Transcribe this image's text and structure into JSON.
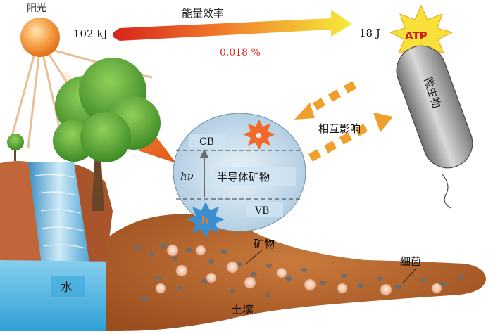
{
  "labels": {
    "sunlight": "阳光",
    "energy_in": "102 kJ",
    "efficiency_title": "能量效率",
    "efficiency_value": "0.018 %",
    "energy_out": "18 J",
    "atp": "ATP",
    "interaction": "相互影响",
    "microbe": "微生物",
    "cb": "CB",
    "vb": "VB",
    "hv": "hν",
    "semiconductor": "半导体矿物",
    "electron": "e",
    "hole": "h",
    "water": "水",
    "mineral": "矿物",
    "bacteria": "细菌",
    "soil": "土壤"
  },
  "colors": {
    "sun": "#f08a2a",
    "arrow_red": "#e0301e",
    "arrow_yellow": "#f2e23a",
    "efficiency_red": "#e0261b",
    "interaction_orange": "#f0a02a",
    "soil": "#b7642b",
    "water": "#4cb6e3",
    "semiconductor_bubble": "#bcd7ea",
    "microbe_body": "#9a9a9a"
  }
}
